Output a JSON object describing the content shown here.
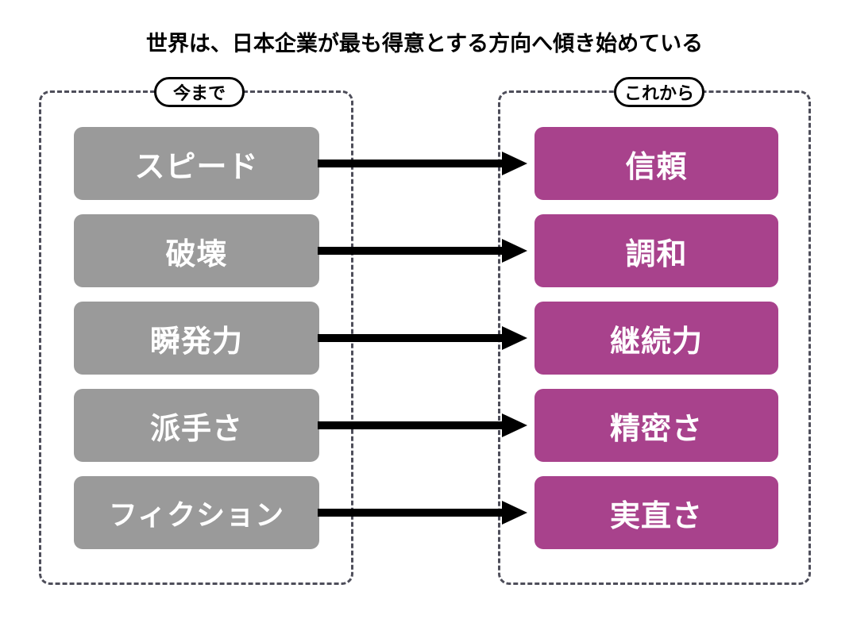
{
  "title": "世界は、日本企業が最も得意とする方向へ傾き始めている",
  "colors": {
    "old_box": "#9a9a9a",
    "new_box": "#a8428c",
    "arrow": "#000000",
    "group_border": "#4e4e5a",
    "text_on_box": "#ffffff",
    "title_text": "#000000"
  },
  "groups": {
    "left": {
      "badge": "今まで"
    },
    "right": {
      "badge": "これから"
    }
  },
  "rows": [
    {
      "old": "スピード",
      "new": "信頼"
    },
    {
      "old": "破壊",
      "new": "調和"
    },
    {
      "old": "瞬発力",
      "new": "継続力"
    },
    {
      "old": "派手さ",
      "new": "精密さ"
    },
    {
      "old": "フィクション",
      "new": "実直さ"
    }
  ]
}
